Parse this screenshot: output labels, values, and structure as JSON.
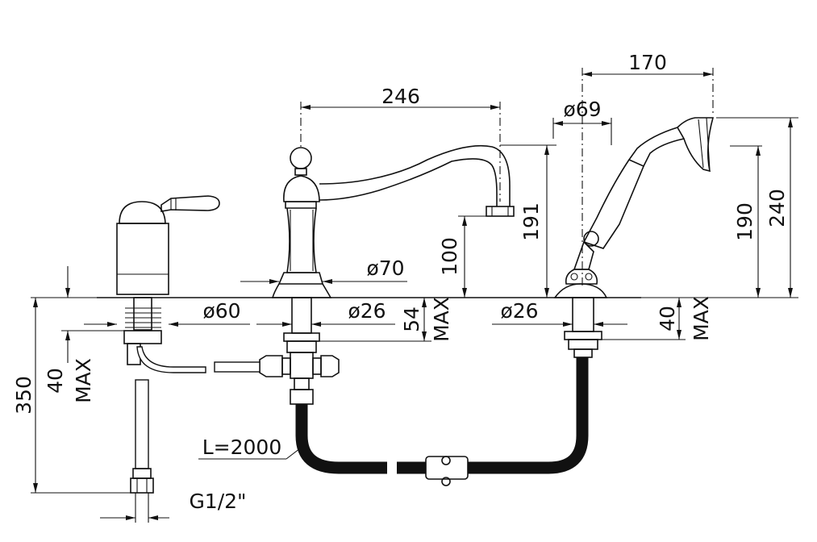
{
  "dimensions": {
    "d246": "246",
    "d170": "170",
    "d69": "ø69",
    "d70": "ø70",
    "d60": "ø60",
    "d26a": "ø26",
    "d26b": "ø26",
    "d191": "191",
    "d190": "190",
    "d240": "240",
    "d100": "100",
    "d54": "54",
    "d54max": "MAX",
    "d40right": "40",
    "d40rightmax": "MAX",
    "d40left": "40",
    "d40leftmax": "MAX",
    "d350": "350",
    "hose_length": "L=2000",
    "thread": "G1/2\""
  },
  "colors": {
    "line": "#111111",
    "background": "#ffffff"
  }
}
